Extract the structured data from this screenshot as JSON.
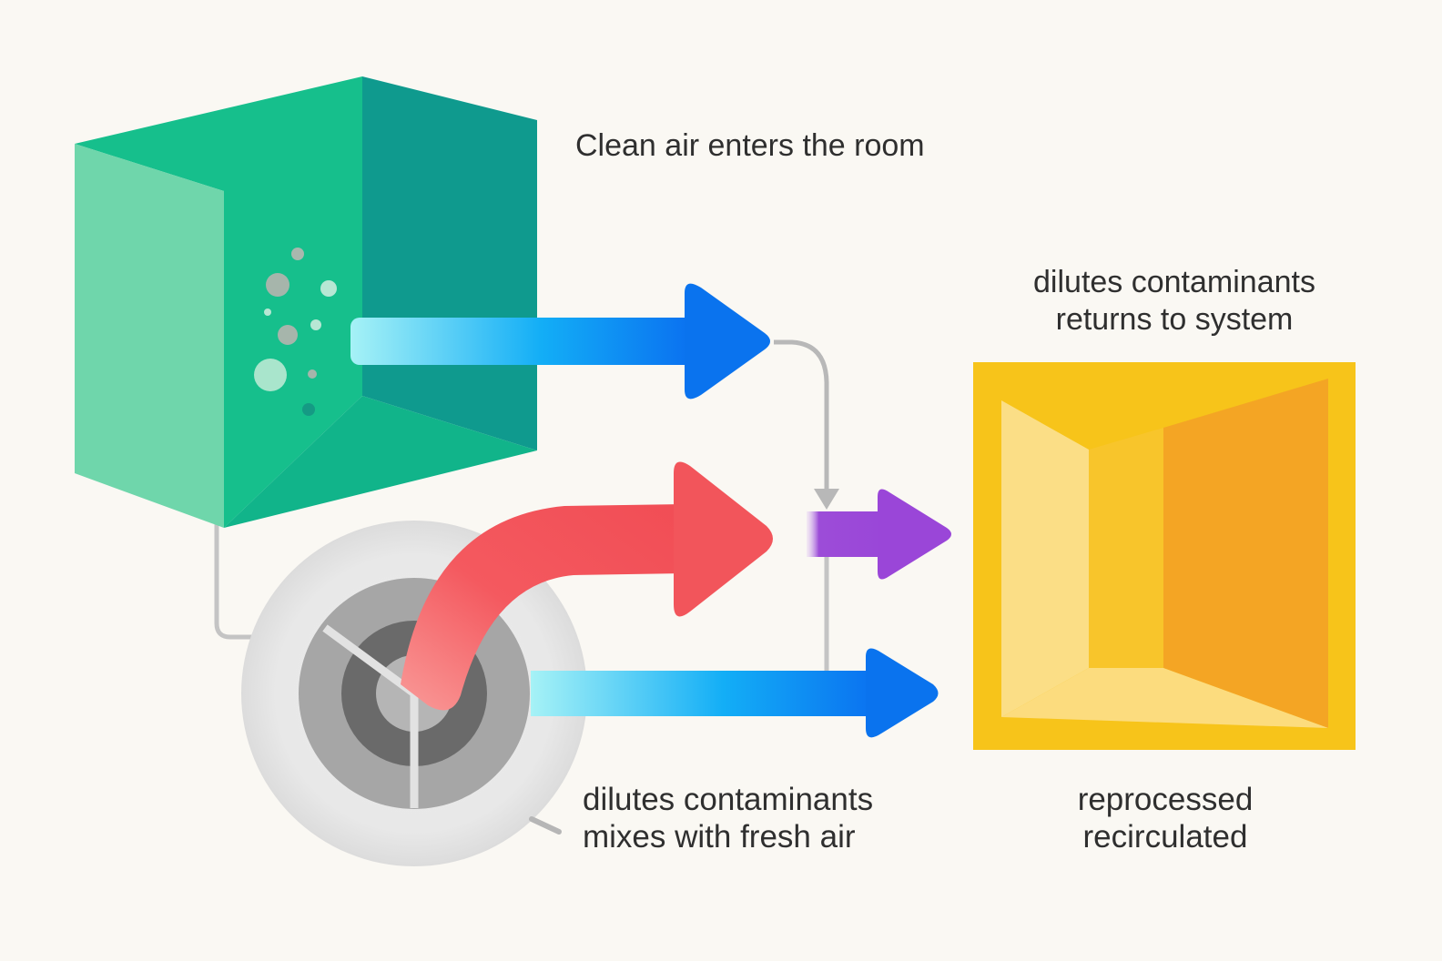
{
  "labels": {
    "clean_air": "Clean air enters the room",
    "returns": {
      "line1": "dilutes contaminants",
      "line2": "returns to system"
    },
    "mixes": {
      "line1": "dilutes contaminants",
      "line2": "mixes with fresh air"
    },
    "reprocessed": {
      "line1": "reprocessed",
      "line2": "recirculated"
    }
  },
  "elements": {
    "room_cube": "green-cube-room",
    "fan_unit": "circular-fan-unit",
    "recirculation_box": "yellow-open-box",
    "arrows": [
      "blue-arrow-clean-air",
      "red-arrow-exhaust",
      "purple-arrow-mixed",
      "blue-arrow-fresh"
    ]
  },
  "colors": {
    "room_front": "#6fd6ab",
    "room_top": "#16bf8c",
    "room_side": "#109a8e",
    "arrow_blue": "#0a7bf0",
    "arrow_red": "#f25a5f",
    "arrow_purple": "#9a4bd6",
    "box_yellow": "#f7c41a",
    "fan_gray": "#a6a6a6",
    "connector": "#bdbdbd"
  }
}
